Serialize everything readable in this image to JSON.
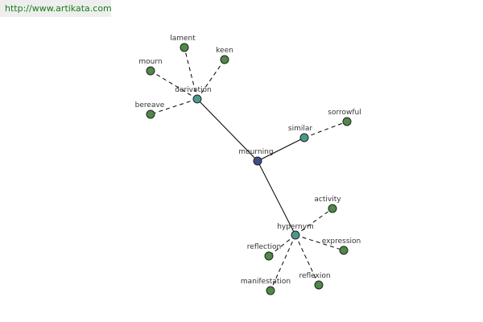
{
  "banner": {
    "url": "http://www.artikata.com"
  },
  "colors": {
    "center": "#3f4d8c",
    "relation": "#4a9a8c",
    "leaf": "#4e8a46",
    "edge": "#000000",
    "banner_text": "#1a7a1a",
    "banner_bg": "#eeeeee"
  },
  "graph": {
    "nodes": [
      {
        "id": "mourning",
        "label": "mourning",
        "kind": "center"
      },
      {
        "id": "derivation",
        "label": "derivation",
        "kind": "relation"
      },
      {
        "id": "similar",
        "label": "similar",
        "kind": "relation"
      },
      {
        "id": "hypernym",
        "label": "hypernym",
        "kind": "relation"
      },
      {
        "id": "lament",
        "label": "lament",
        "kind": "leaf"
      },
      {
        "id": "keen",
        "label": "keen",
        "kind": "leaf"
      },
      {
        "id": "mourn",
        "label": "mourn",
        "kind": "leaf"
      },
      {
        "id": "bereave",
        "label": "bereave",
        "kind": "leaf"
      },
      {
        "id": "sorrowful",
        "label": "sorrowful",
        "kind": "leaf"
      },
      {
        "id": "activity",
        "label": "activity",
        "kind": "leaf"
      },
      {
        "id": "expression",
        "label": "expression",
        "kind": "leaf"
      },
      {
        "id": "reflection",
        "label": "reflection",
        "kind": "leaf"
      },
      {
        "id": "reflexion",
        "label": "reflexion",
        "kind": "leaf"
      },
      {
        "id": "manifestation",
        "label": "manifestation",
        "kind": "leaf"
      }
    ],
    "edges": [
      {
        "from": "mourning",
        "to": "derivation",
        "style": "solid"
      },
      {
        "from": "mourning",
        "to": "similar",
        "style": "solid"
      },
      {
        "from": "mourning",
        "to": "hypernym",
        "style": "solid"
      },
      {
        "from": "derivation",
        "to": "lament",
        "style": "dashed"
      },
      {
        "from": "derivation",
        "to": "keen",
        "style": "dashed"
      },
      {
        "from": "derivation",
        "to": "mourn",
        "style": "dashed"
      },
      {
        "from": "derivation",
        "to": "bereave",
        "style": "dashed"
      },
      {
        "from": "similar",
        "to": "sorrowful",
        "style": "dashed"
      },
      {
        "from": "hypernym",
        "to": "activity",
        "style": "dashed"
      },
      {
        "from": "hypernym",
        "to": "expression",
        "style": "dashed"
      },
      {
        "from": "hypernym",
        "to": "reflection",
        "style": "dashed"
      },
      {
        "from": "hypernym",
        "to": "reflexion",
        "style": "dashed"
      },
      {
        "from": "hypernym",
        "to": "manifestation",
        "style": "dashed"
      }
    ]
  }
}
